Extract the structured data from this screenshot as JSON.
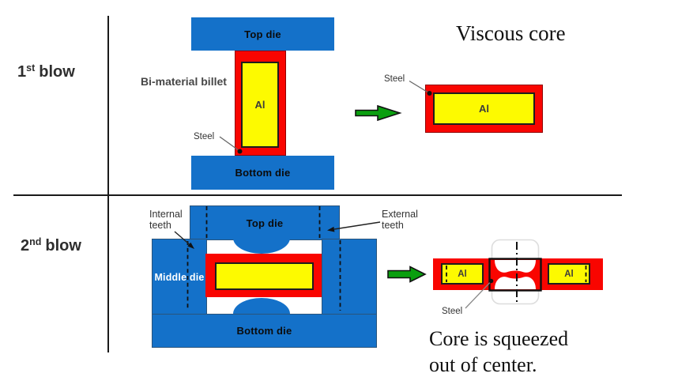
{
  "colors": {
    "die_blue": "#1471c9",
    "steel_red": "#f90500",
    "aluminum_yellow": "#fdfa00",
    "arrow_green": "#0a9f0f"
  },
  "row1": {
    "blow_num": "1",
    "blow_sup": "st",
    "blow_word": "blow",
    "top_die": "Top die",
    "billet_label": "Bi-material billet",
    "core_label": "Al",
    "steel_label": "Steel",
    "bottom_die": "Bottom die",
    "result_title": "Viscous core",
    "result_steel_label": "Steel",
    "result_core_label": "Al"
  },
  "row2": {
    "blow_num": "2",
    "blow_sup": "nd",
    "blow_word": "blow",
    "internal_teeth_line1": "Internal",
    "internal_teeth_line2": "teeth",
    "external_teeth_line1": "External",
    "external_teeth_line2": "teeth",
    "top_die": "Top die",
    "middle_die": "Middle die",
    "bottom_die": "Bottom die",
    "result_al_left": "Al",
    "result_al_right": "Al",
    "result_steel_label": "Steel",
    "caption_line1": "Core is squeezed",
    "caption_line2": "out of center."
  }
}
